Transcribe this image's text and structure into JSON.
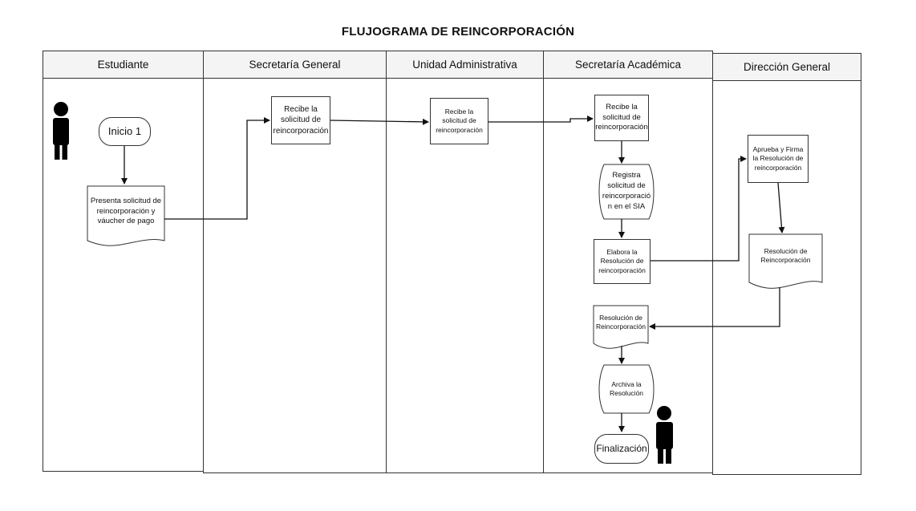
{
  "diagram": {
    "title": "FLUJOGRAMA DE REINCORPORACIÓN",
    "lanes": [
      {
        "name": "Estudiante"
      },
      {
        "name": "Secretaría General"
      },
      {
        "name": "Unidad Administrativa"
      },
      {
        "name": "Secretaría Académica"
      },
      {
        "name": "Dirección General"
      }
    ],
    "nodes": {
      "inicio": "Inicio 1",
      "presenta": "Presenta solicitud de reincorporación y váucher de pago",
      "sg_recibe": "Recibe la solicitud de reincorporación",
      "ua_recibe": "Recibe la solicitud de reincorporación",
      "sa_recibe": "Recibe la solicitud de reincorporación",
      "registra": "Registra solicitud de reincorporació n en el SIA",
      "elabora": "Elabora la Resolución de reincorporación",
      "aprueba": "Aprueba y Firma la Resolución de reincorporación",
      "dg_resolucion": "Resolución de Reincorporación",
      "sa_resolucion": "Resolución de Reincorporación",
      "archiva": "Archiva la Resolución",
      "finalizacion": "Finalización"
    },
    "icons": [
      "person-icon",
      "person-icon"
    ]
  }
}
